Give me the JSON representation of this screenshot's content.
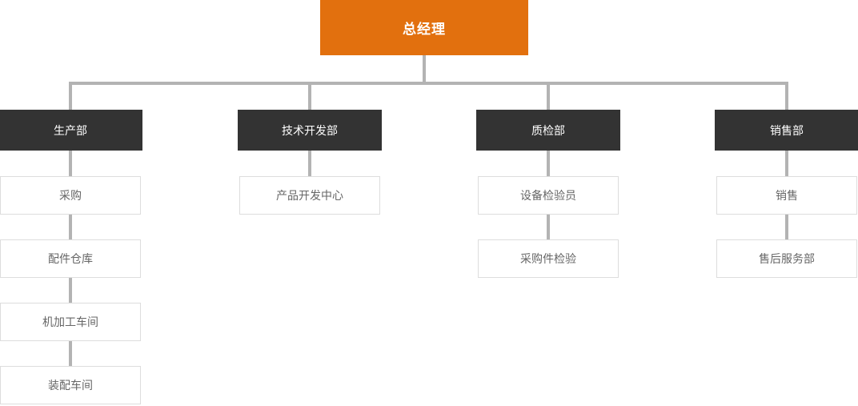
{
  "root": {
    "label": "总经理"
  },
  "columns": [
    {
      "dept": "生产部",
      "children": [
        "采购",
        "配件仓库",
        "机加工车间",
        "装配车间"
      ]
    },
    {
      "dept": "技术开发部",
      "children": [
        "产品开发中心"
      ]
    },
    {
      "dept": "质检部",
      "children": [
        "设备检验员",
        "采购件检验"
      ]
    },
    {
      "dept": "销售部",
      "children": [
        "销售",
        "售后服务部"
      ]
    }
  ],
  "colors": {
    "root_bg": "#e2700e",
    "dept_bg": "#333333",
    "child_bg": "#ffffff",
    "child_border": "#dddddd",
    "child_text": "#666666",
    "connector": "#b3b3b3",
    "node_text": "#ffffff"
  }
}
